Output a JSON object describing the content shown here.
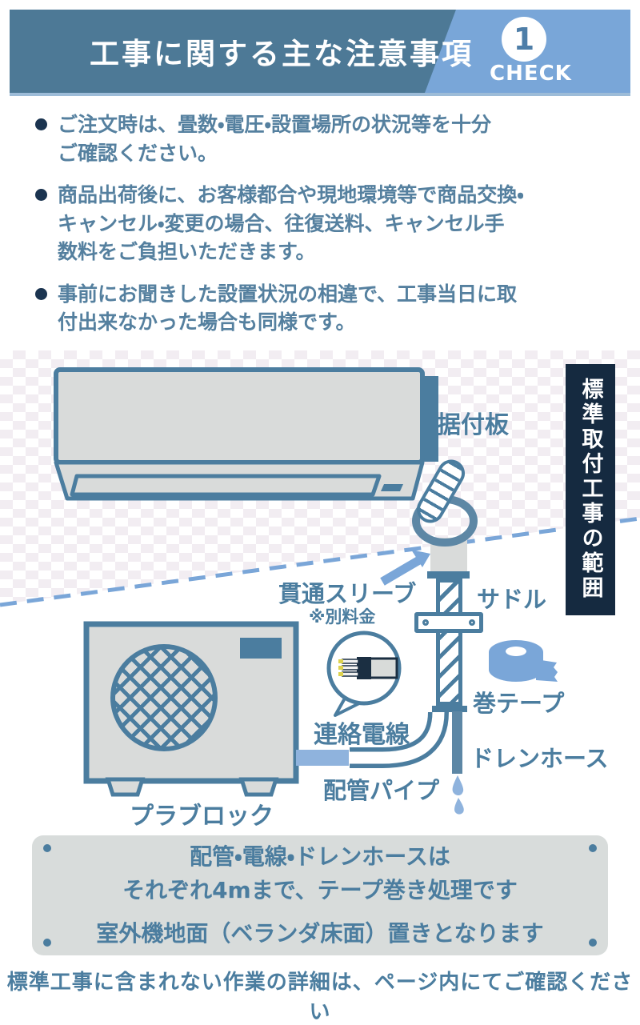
{
  "header": {
    "title": "工事に関する主な注意事項",
    "badge_number": "1",
    "badge_label": "CHECK"
  },
  "notes": [
    {
      "text": "ご注文時は、畳数・電圧・設置場所の状況等を十分\nご確認ください。"
    },
    {
      "text": "商品出荷後に、お客様都合や現地環境等で商品交換・\nキャンセル・変更の場合、往復送料、キャンセル手\n数料をご負担いただきます。"
    },
    {
      "text": "事前にお聞きした設置状況の相違で、工事当日に取\n付出来なかった場合も同様です。"
    }
  ],
  "diagram": {
    "side_banner": "標準取付工事の範囲",
    "labels": {
      "mounting_plate": "据付板",
      "sleeve": "貫通スリーブ",
      "sleeve_note": "※別料金",
      "saddle": "サドル",
      "connecting_wire": "連絡電線",
      "tape": "巻テープ",
      "drain_hose": "ドレンホース",
      "pipe": "配管パイプ",
      "block": "プラブロック"
    }
  },
  "summary_box": {
    "line1": "配管・電線・ドレンホースは",
    "line2": "それぞれ4mまで、テープ巻き処理です",
    "line3": "室外機地面（ベランダ床面）置きとなります"
  },
  "footer": {
    "text": "標準工事に含まれない作業の詳細は、ページ内にてご確認ください"
  },
  "colors": {
    "bannerDark": "#4d7996",
    "bannerLight": "#79a6d8",
    "bannerEdge": "#9dbcd8",
    "badgeNum": "#4e7ea8",
    "textBlue": "#55809f",
    "bullet": "#1b3450",
    "steel": "#4b7d9f",
    "navy": "#152a40",
    "lightBlue": "#7aa6d8",
    "paleBlue": "#8fb3dd",
    "gray": "#d9dbda",
    "box": "#d8dcdb",
    "pattern": "#f2edf2",
    "drain": "#5d87a5",
    "wireNavy": "#1b2f42",
    "wireYellow": "#ddd24e"
  }
}
